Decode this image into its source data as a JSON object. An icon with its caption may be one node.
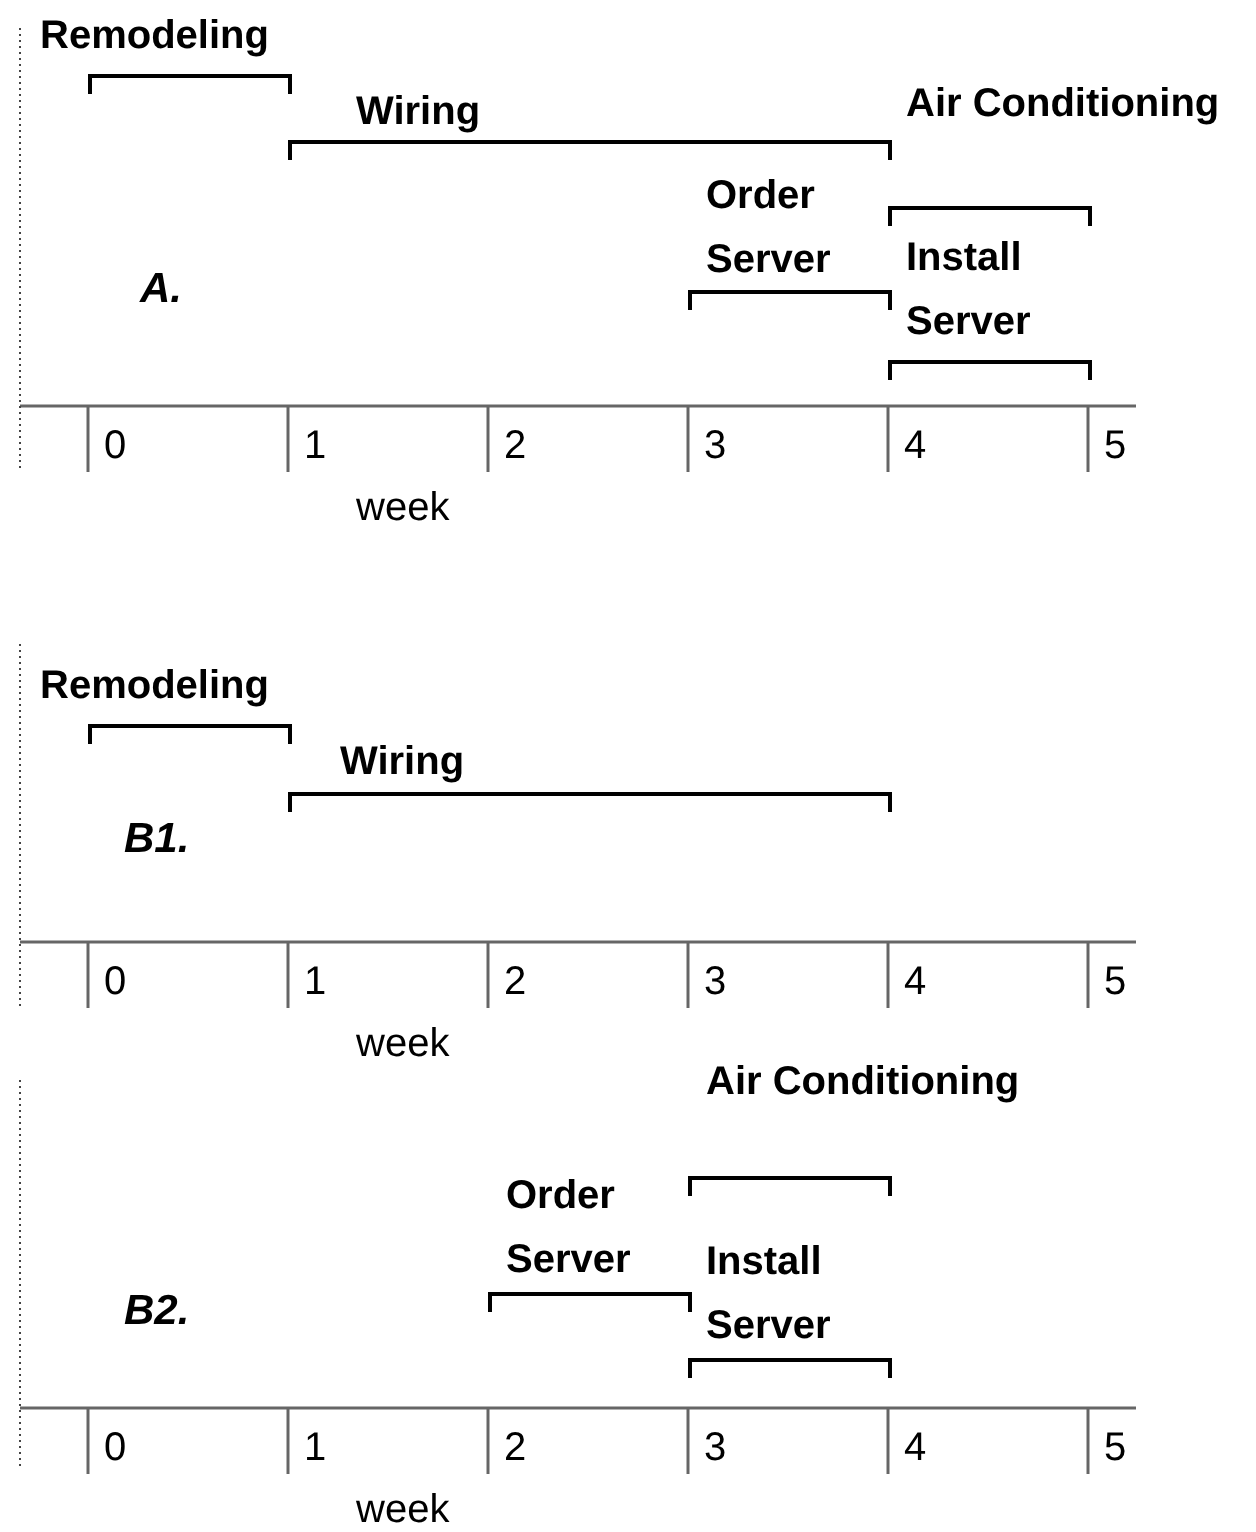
{
  "diagram": {
    "nodes": [
      {
        "text": [
          "Remodeling"
        ]
      },
      {
        "text": [
          "Wiring"
        ]
      },
      {
        "text": [
          "Air Conditioning"
        ]
      },
      {
        "text": [
          "Order Server"
        ]
      },
      {
        "text": [
          "Install Server"
        ]
      },
      {
        "text": [
          "Remodeling"
        ]
      },
      {
        "text": [
          "Wiring"
        ]
      },
      {
        "text": [
          "Air Conditioning"
        ]
      },
      {
        "text": [
          "Order Server"
        ]
      },
      {
        "text": [
          "Install Server"
        ]
      }
    ],
    "labels": [
      "A.",
      "0",
      "1",
      "2",
      "3",
      "4",
      "5",
      "week",
      "B1.",
      "0",
      "1",
      "2",
      "3",
      "4",
      "5",
      "week",
      "B2.",
      "0",
      "1",
      "2",
      "3",
      "4",
      "5",
      "week"
    ]
  }
}
